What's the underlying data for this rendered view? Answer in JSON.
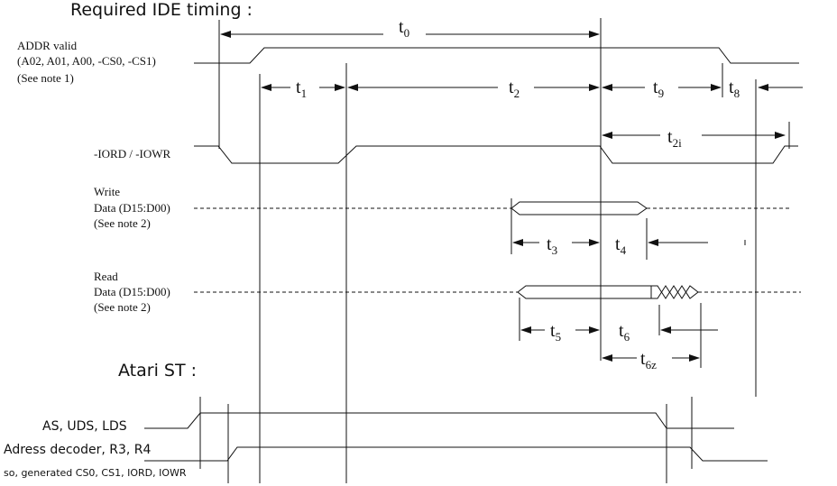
{
  "titles": {
    "ide": "Required IDE timing :",
    "atari": "Atari ST :"
  },
  "signals": {
    "addr": [
      "ADDR valid",
      "(A02, A01, A00, -CS0, -CS1)",
      "(See note 1)"
    ],
    "iord": "-IORD / -IOWR",
    "write": [
      "Write",
      "Data (D15:D00)",
      "(See note 2)"
    ],
    "read": [
      "Read",
      "Data (D15:D00)",
      "(See note 2)"
    ],
    "as": "AS, UDS, LDS",
    "dec": "Adress decoder,  R3,  R4",
    "dec_note": "so, generated CS0, CS1, IORD, IOWR"
  },
  "timing": {
    "t0": {
      "base": "t",
      "sub": "0"
    },
    "t1": {
      "base": "t",
      "sub": "1"
    },
    "t2": {
      "base": "t",
      "sub": "2"
    },
    "t9": {
      "base": "t",
      "sub": "9"
    },
    "t8": {
      "base": "t",
      "sub": "8"
    },
    "t2i": {
      "base": "t",
      "sub": "2i"
    },
    "t3": {
      "base": "t",
      "sub": "3"
    },
    "t4": {
      "base": "t",
      "sub": "4"
    },
    "t5": {
      "base": "t",
      "sub": "5"
    },
    "t6": {
      "base": "t",
      "sub": "6"
    },
    "t6z": {
      "base": "t",
      "sub": "6z"
    }
  }
}
